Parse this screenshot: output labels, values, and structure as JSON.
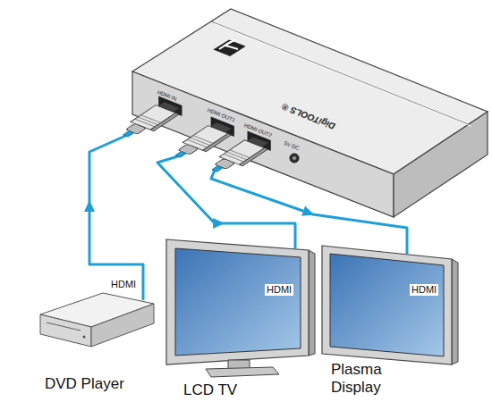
{
  "diagram": {
    "nodes": [
      {
        "text": [
          "DigiTOOLS ®"
        ]
      },
      {
        "text": [
          "DVD Player"
        ]
      },
      {
        "text": [
          "LCD TV"
        ]
      },
      {
        "text": [
          "Plasma Display"
        ]
      }
    ],
    "edges": [
      {
        "from": 1,
        "to": 0,
        "arrow": "to",
        "label": "HDMI"
      },
      {
        "from": 0,
        "to": 2,
        "arrow": "to",
        "label": "HDMI"
      },
      {
        "from": 0,
        "to": 3,
        "arrow": "to",
        "label": "HDMI"
      }
    ],
    "labels": [
      "HDMI IN",
      "HDMI OUT1",
      "HDMI OUT2",
      "5V DC"
    ]
  }
}
